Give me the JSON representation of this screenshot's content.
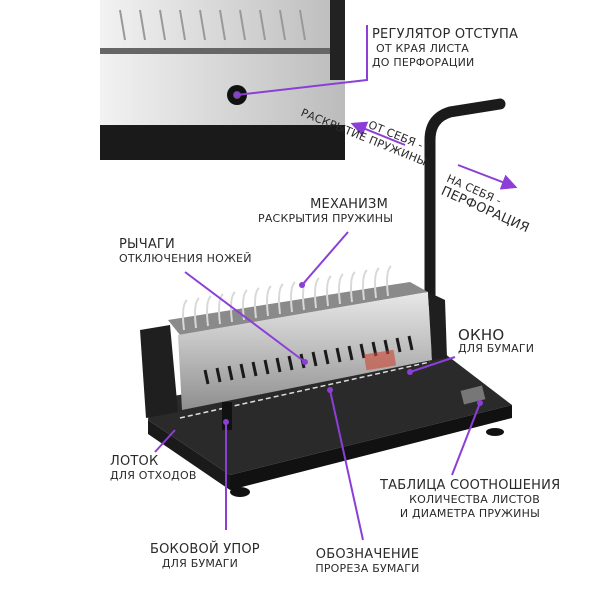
{
  "accent_color": "#8b3fd6",
  "callouts": {
    "indent_regulator": [
      "Регулятор отступа",
      "от края листа",
      "до перфорации"
    ],
    "away": [
      "от себя -",
      "раскрытие пружины"
    ],
    "toward": [
      "на себя -",
      "перфорация"
    ],
    "spring_mechanism": [
      "Механизм",
      "раскрытия пружины"
    ],
    "knife_levers": [
      "Рычаги",
      "отключения ножей"
    ],
    "paper_window": [
      "Окно",
      "для бумаги"
    ],
    "waste_tray": [
      "Лоток",
      "для отходов"
    ],
    "ratio_table": [
      "Таблица соотношения",
      "количества листов",
      "и диаметра пружины"
    ],
    "side_stop": [
      "Боковой упор",
      "для бумаги"
    ],
    "cut_mark": [
      "Обозначение",
      "прореза бумаги"
    ]
  }
}
